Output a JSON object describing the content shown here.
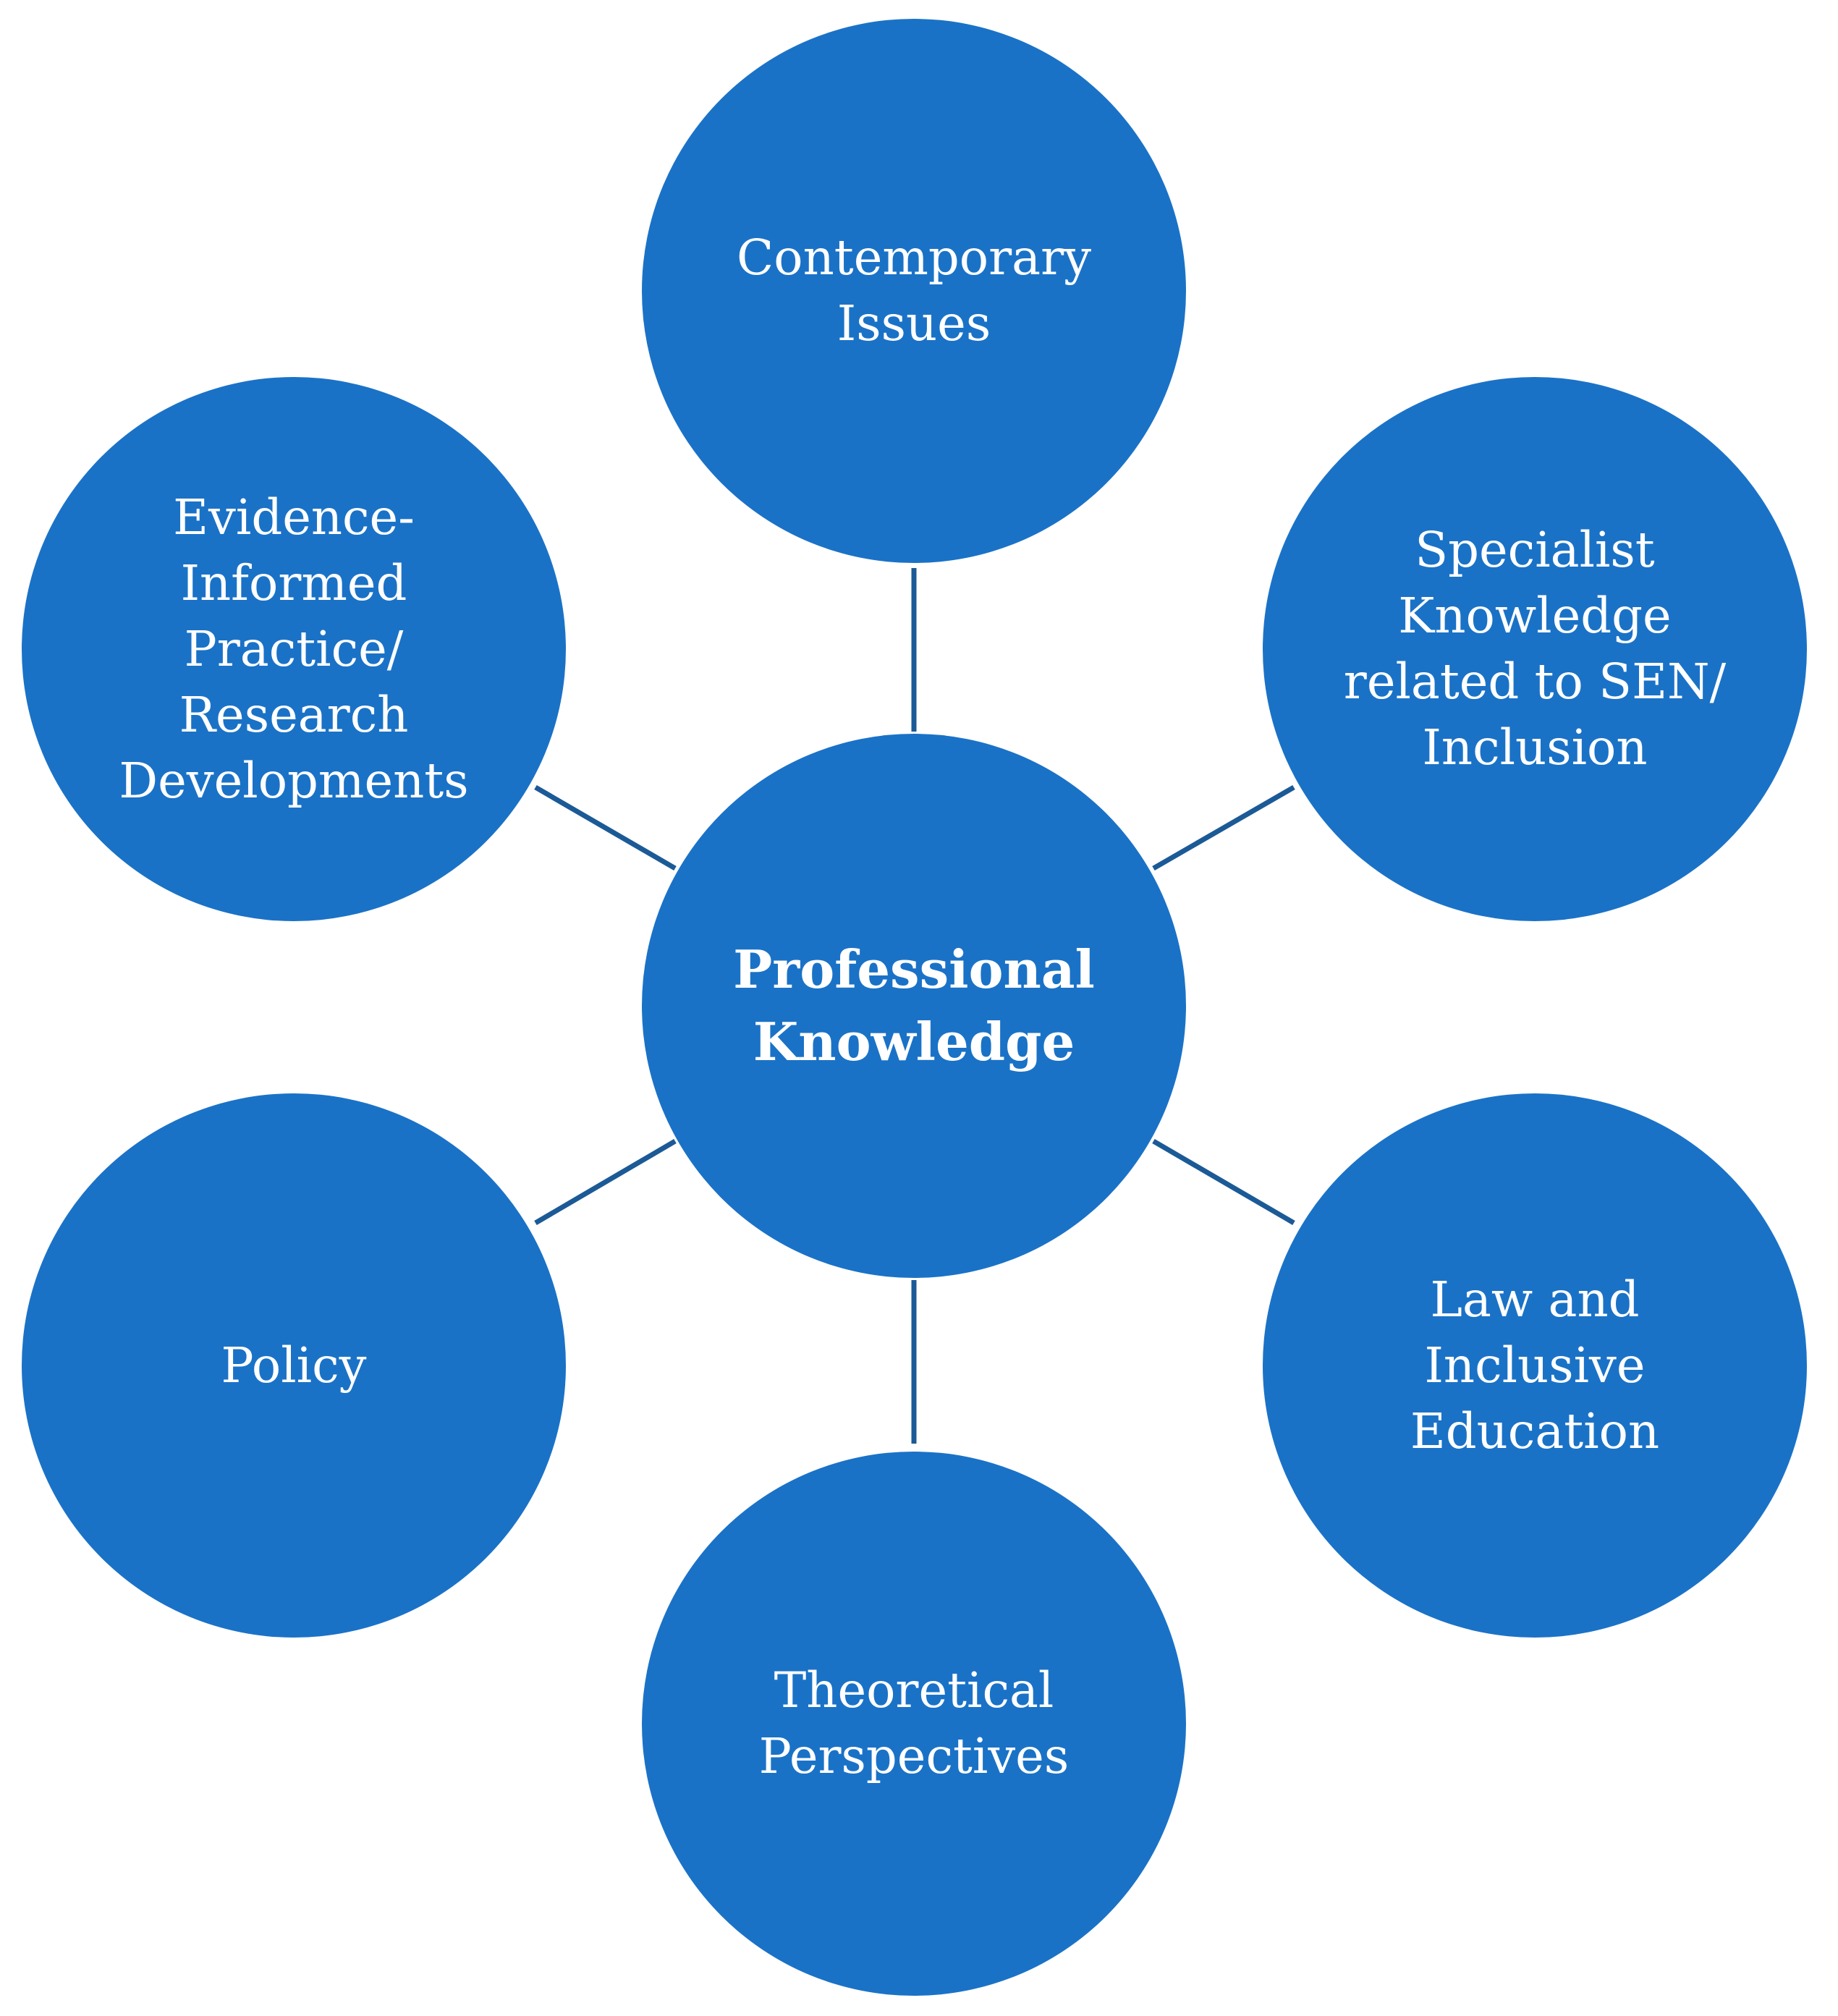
{
  "diagram": {
    "colors": {
      "node_fill": "#1a72c7",
      "connector": "#1b5a96",
      "label_text": "#ffffff",
      "background": "#ffffff"
    },
    "center": {
      "label": "Professional\nKnowledge"
    },
    "satellites": [
      {
        "id": "contemporary-issues",
        "label": "Contemporary\nIssues"
      },
      {
        "id": "specialist-knowledge",
        "label": "Specialist\nKnowledge\nrelated to SEN/\nInclusion"
      },
      {
        "id": "law-inclusive-education",
        "label": "Law and\nInclusive\nEducation"
      },
      {
        "id": "theoretical-perspectives",
        "label": "Theoretical\nPerspectives"
      },
      {
        "id": "policy",
        "label": "Policy"
      },
      {
        "id": "evidence-informed-practice",
        "label": "Evidence-\nInformed\nPractice/\nResearch\nDevelopments"
      }
    ]
  }
}
